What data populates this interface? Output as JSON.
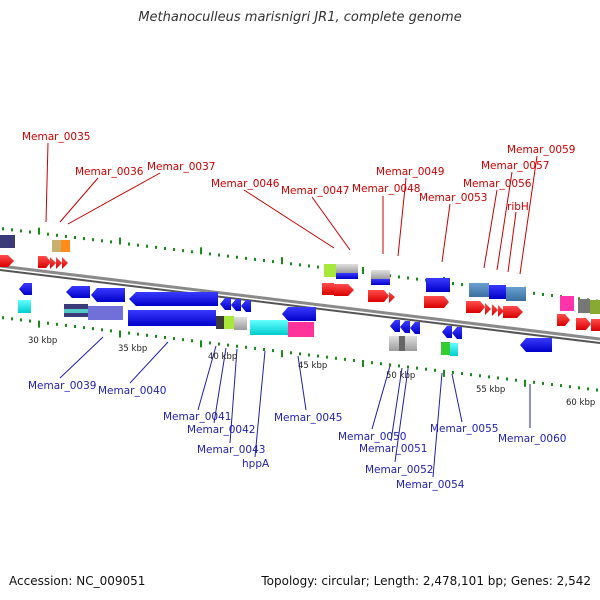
{
  "title": "Methanoculleus marisnigri JR1, complete genome",
  "footer": {
    "accession": "Accession: NC_009051",
    "topology": "Topology: circular; Length: 2,478,101 bp; Genes: 2,542"
  },
  "ticks": [
    "30 kbp",
    "35 kbp",
    "40 kbp",
    "45 kbp",
    "50 kbp",
    "55 kbp",
    "60 kbp"
  ],
  "forward_genes": [
    "Memar_0035",
    "Memar_0036",
    "Memar_0037",
    "Memar_0046",
    "Memar_0047",
    "Memar_0048",
    "Memar_0049",
    "Memar_0053",
    "Memar_0056",
    "Memar_0057",
    "ribH",
    "Memar_0059"
  ],
  "reverse_genes": [
    "Memar_0039",
    "Memar_0040",
    "Memar_0041",
    "Memar_0042",
    "Memar_0043",
    "hppA",
    "Memar_0045",
    "Memar_0050",
    "Memar_0051",
    "Memar_0052",
    "Memar_0054",
    "Memar_0055",
    "Memar_0060"
  ],
  "colors": {
    "forward_label": "#cc0000",
    "reverse_label": "#1f1fb0",
    "backbone": "#8a8a8a",
    "tick_mark": "#1a8a1a"
  }
}
